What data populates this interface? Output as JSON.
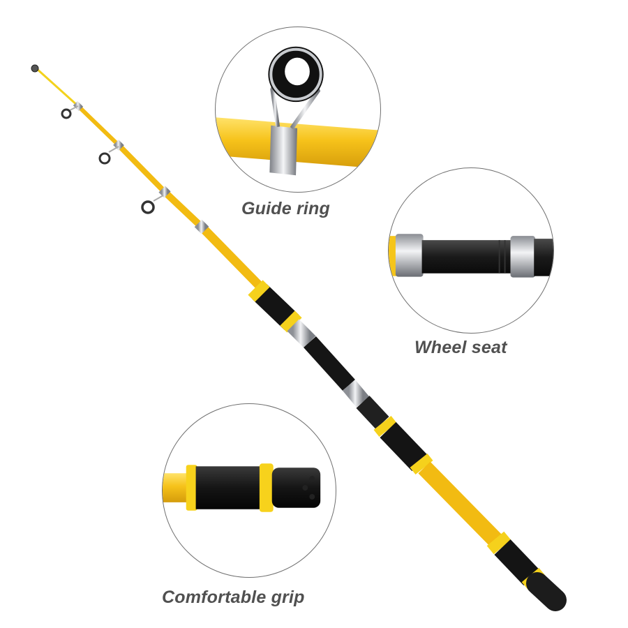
{
  "product": {
    "name": "telescopic-fishing-rod",
    "colors": {
      "blank": "#f6c21a",
      "blank_highlight": "#ffe066",
      "blank_shadow": "#c8930a",
      "foam": "#161616",
      "band": "#f7d21c",
      "metal": "#c9ccd0",
      "caption": "#505050",
      "circle_border": "#6f6f6f"
    }
  },
  "details": [
    {
      "id": "guide-ring",
      "label": "Guide ring"
    },
    {
      "id": "wheel-seat",
      "label": "Wheel seat"
    },
    {
      "id": "grip",
      "label": "Comfortable grip"
    }
  ]
}
